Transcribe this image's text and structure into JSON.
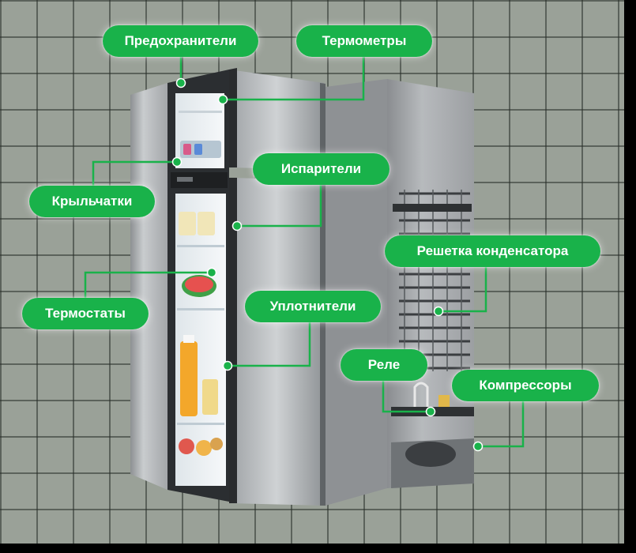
{
  "labels": {
    "fuses": "Предохранители",
    "thermometers": "Термометры",
    "fans": "Крыльчатки",
    "evaporators": "Испарители",
    "condenser_grille": "Решетка конденсатора",
    "thermostats": "Термостаты",
    "seals": "Уплотнители",
    "relay": "Реле",
    "compressors": "Компрессоры"
  },
  "colors": {
    "accent": "#19b24a",
    "background": "#9aa198",
    "fridge_body": "#b9bcbf"
  }
}
